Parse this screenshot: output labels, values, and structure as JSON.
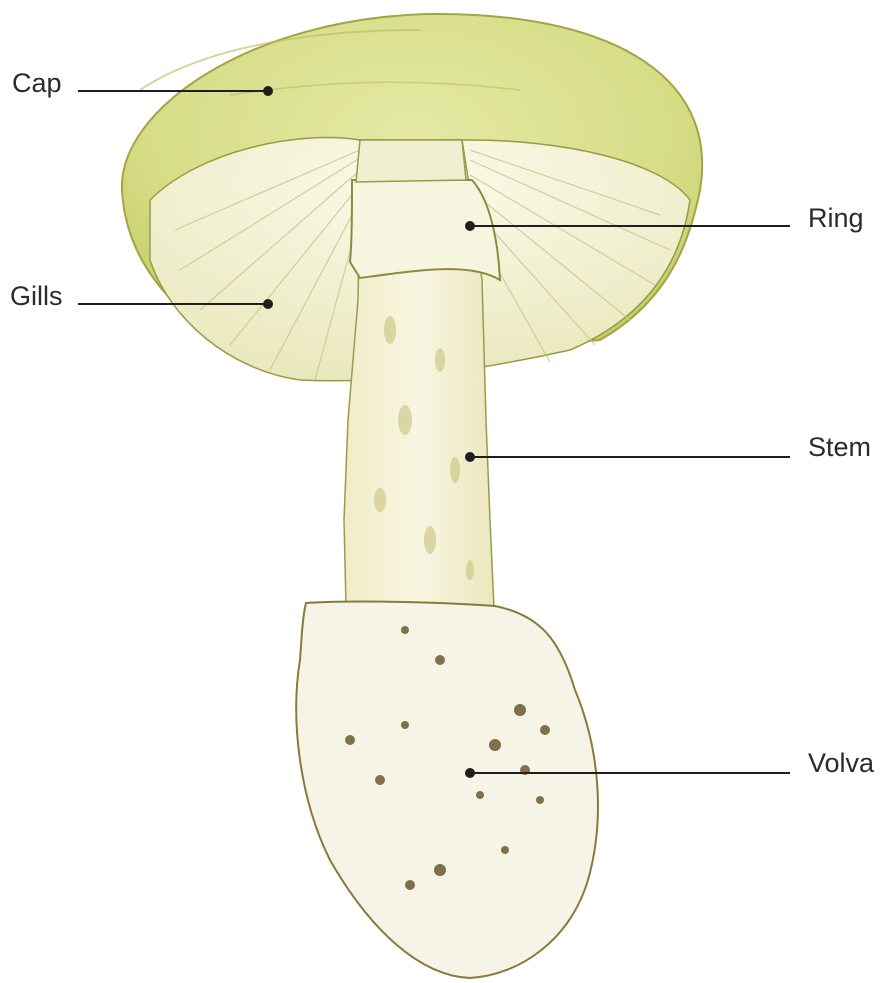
{
  "labels": {
    "cap": "Cap",
    "gills": "Gills",
    "ring": "Ring",
    "stem": "Stem",
    "volva": "Volva"
  },
  "colors": {
    "cap_fill": "#d9e08a",
    "cap_edge": "#9a9a3c",
    "gills_fill": "#f3f1d4",
    "stem_fill": "#f4f1d6",
    "sketch_line": "#8a7f3a",
    "volva_fill": "#f6f4e6",
    "volva_spots": "#6b5a2e",
    "leader_line": "#1f1f1f"
  }
}
